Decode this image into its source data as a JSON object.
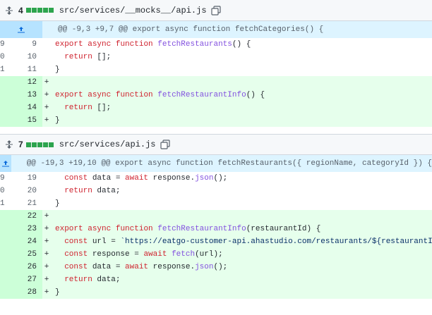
{
  "files": [
    {
      "count": "4",
      "path": "src/services/__mocks__/api.js",
      "hunk": "@@ -9,3 +9,7 @@ export async function fetchCategories() {",
      "rows": [
        {
          "old": "9",
          "new": "9",
          "sign": "",
          "type": "ctx",
          "code": [
            [
              "kw",
              "export"
            ],
            [
              "",
              " "
            ],
            [
              "kw",
              "async"
            ],
            [
              "",
              " "
            ],
            [
              "kw",
              "function"
            ],
            [
              "",
              " "
            ],
            [
              "fn",
              "fetchRestaurants"
            ],
            [
              "",
              "() {"
            ]
          ]
        },
        {
          "old": "0",
          "new": "10",
          "sign": "",
          "type": "ctx",
          "code": [
            [
              "",
              "  "
            ],
            [
              "kw",
              "return"
            ],
            [
              "",
              " [];"
            ]
          ]
        },
        {
          "old": "1",
          "new": "11",
          "sign": "",
          "type": "ctx",
          "code": [
            [
              "",
              "}"
            ]
          ]
        },
        {
          "old": "",
          "new": "12",
          "sign": "+",
          "type": "add",
          "code": []
        },
        {
          "old": "",
          "new": "13",
          "sign": "+",
          "type": "add",
          "code": [
            [
              "kw",
              "export"
            ],
            [
              "",
              " "
            ],
            [
              "kw",
              "async"
            ],
            [
              "",
              " "
            ],
            [
              "kw",
              "function"
            ],
            [
              "",
              " "
            ],
            [
              "fn",
              "fetchRestaurantInfo"
            ],
            [
              "",
              "() {"
            ]
          ]
        },
        {
          "old": "",
          "new": "14",
          "sign": "+",
          "type": "add",
          "code": [
            [
              "",
              "  "
            ],
            [
              "kw",
              "return"
            ],
            [
              "",
              " [];"
            ]
          ]
        },
        {
          "old": "",
          "new": "15",
          "sign": "+",
          "type": "add",
          "code": [
            [
              "",
              "}"
            ]
          ]
        }
      ]
    },
    {
      "count": "7",
      "path": "src/services/api.js",
      "hunk": "@@ -19,3 +19,10 @@ export async function fetchRestaurants({ regionName, categoryId }) {",
      "rows": [
        {
          "old": "9",
          "new": "19",
          "sign": "",
          "type": "ctx",
          "code": [
            [
              "",
              "  "
            ],
            [
              "kw",
              "const"
            ],
            [
              "",
              " data = "
            ],
            [
              "kw",
              "await"
            ],
            [
              "",
              " response."
            ],
            [
              "fn",
              "json"
            ],
            [
              "",
              "();"
            ]
          ]
        },
        {
          "old": "0",
          "new": "20",
          "sign": "",
          "type": "ctx",
          "code": [
            [
              "",
              "  "
            ],
            [
              "kw",
              "return"
            ],
            [
              "",
              " data;"
            ]
          ]
        },
        {
          "old": "1",
          "new": "21",
          "sign": "",
          "type": "ctx",
          "code": [
            [
              "",
              "}"
            ]
          ]
        },
        {
          "old": "",
          "new": "22",
          "sign": "+",
          "type": "add",
          "code": []
        },
        {
          "old": "",
          "new": "23",
          "sign": "+",
          "type": "add",
          "code": [
            [
              "kw",
              "export"
            ],
            [
              "",
              " "
            ],
            [
              "kw",
              "async"
            ],
            [
              "",
              " "
            ],
            [
              "kw",
              "function"
            ],
            [
              "",
              " "
            ],
            [
              "fn",
              "fetchRestaurantInfo"
            ],
            [
              "",
              "(restaurantId) {"
            ]
          ]
        },
        {
          "old": "",
          "new": "24",
          "sign": "+",
          "type": "add",
          "code": [
            [
              "",
              "  "
            ],
            [
              "kw",
              "const"
            ],
            [
              "",
              " url = "
            ],
            [
              "str",
              "`https://eatgo-customer-api.ahastudio.com/restaurants/${restaurantId}`"
            ],
            [
              "",
              ";"
            ]
          ]
        },
        {
          "old": "",
          "new": "25",
          "sign": "+",
          "type": "add",
          "code": [
            [
              "",
              "  "
            ],
            [
              "kw",
              "const"
            ],
            [
              "",
              " response = "
            ],
            [
              "kw",
              "await"
            ],
            [
              "",
              " "
            ],
            [
              "fn",
              "fetch"
            ],
            [
              "",
              "(url);"
            ]
          ]
        },
        {
          "old": "",
          "new": "26",
          "sign": "+",
          "type": "add",
          "code": [
            [
              "",
              "  "
            ],
            [
              "kw",
              "const"
            ],
            [
              "",
              " data = "
            ],
            [
              "kw",
              "await"
            ],
            [
              "",
              " response."
            ],
            [
              "fn",
              "json"
            ],
            [
              "",
              "();"
            ]
          ]
        },
        {
          "old": "",
          "new": "27",
          "sign": "+",
          "type": "add",
          "code": [
            [
              "",
              "  "
            ],
            [
              "kw",
              "return"
            ],
            [
              "",
              " data;"
            ]
          ]
        },
        {
          "old": "",
          "new": "28",
          "sign": "+",
          "type": "add",
          "code": [
            [
              "",
              "}"
            ]
          ]
        }
      ]
    }
  ],
  "icons": {
    "expand": "unfold-icon",
    "copy": "copy-icon",
    "hunk_expand": "expand-up-icon"
  },
  "colors": {
    "add_bg": "#e6ffec",
    "add_gutter": "#ccffd8",
    "hunk_bg": "#ddf4ff",
    "hunk_gutter": "#b6e3ff",
    "bar_green": "#2da44e",
    "keyword": "#cf222e",
    "function": "#8250df",
    "string": "#0a3069"
  }
}
